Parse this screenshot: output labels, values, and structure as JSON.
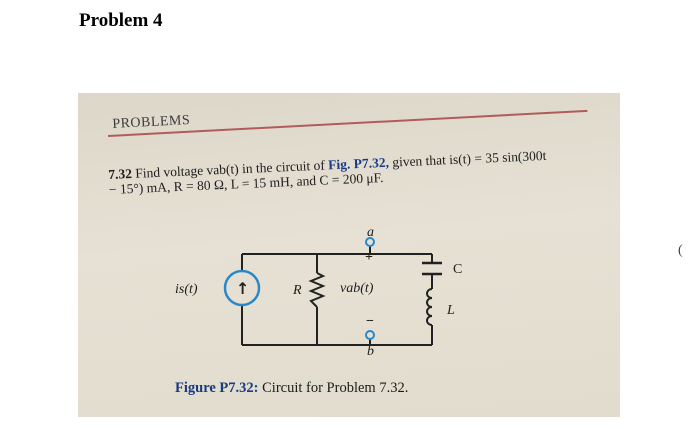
{
  "heading": "Problem 4",
  "side_char": "(",
  "book": {
    "section_title": "PROBLEMS",
    "problem_number": "7.32",
    "problem_text": "Find voltage vab(t) in the circuit of",
    "figure_ref": "Fig. P7.32,",
    "given_text": "given that is(t) = 35 sin(300t − 15°) mA, R = 80 Ω, L = 15 mH, and C = 200 μF.",
    "caption_label": "Figure P7.32:",
    "caption_text": "Circuit for Problem 7.32."
  },
  "circuit": {
    "source_label": "is(t)",
    "resistor_label": "R",
    "voltage_label": "vab(t)",
    "node_a": "a",
    "node_b": "b",
    "plus_sign": "+",
    "minus_sign": "−",
    "capacitor_label": "C",
    "inductor_label": "L",
    "source_arrow": "↑"
  },
  "colors": {
    "source_circle": "#2a88c8",
    "wire": "#222222",
    "node": "#2a88c8"
  }
}
